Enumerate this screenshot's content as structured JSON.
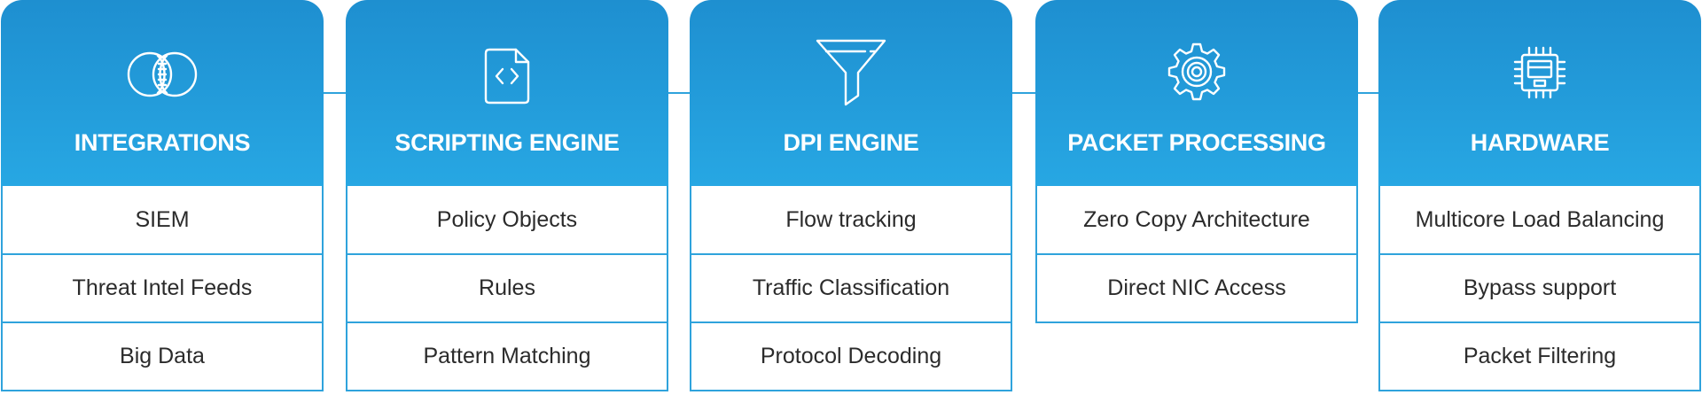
{
  "columns": [
    {
      "title": "INTEGRATIONS",
      "icon": "venn-dna-icon",
      "items": [
        "SIEM",
        "Threat Intel Feeds",
        "Big Data"
      ]
    },
    {
      "title": "SCRIPTING ENGINE",
      "icon": "code-file-icon",
      "items": [
        "Policy Objects",
        "Rules",
        "Pattern Matching"
      ]
    },
    {
      "title": "DPI ENGINE",
      "icon": "funnel-icon",
      "items": [
        "Flow tracking",
        "Traffic Classification",
        "Protocol Decoding"
      ]
    },
    {
      "title": "PACKET PROCESSING",
      "icon": "gear-icon",
      "items": [
        "Zero Copy Architecture",
        "Direct NIC Access"
      ]
    },
    {
      "title": "HARDWARE",
      "icon": "chip-icon",
      "items": [
        "Multicore Load Balancing",
        "Bypass support",
        "Packet Filtering"
      ]
    }
  ],
  "colors": {
    "header_top": "#1e8fd0",
    "header_bottom": "#27a7e3",
    "border": "#2fa3dc",
    "text": "#2b2b2b"
  }
}
